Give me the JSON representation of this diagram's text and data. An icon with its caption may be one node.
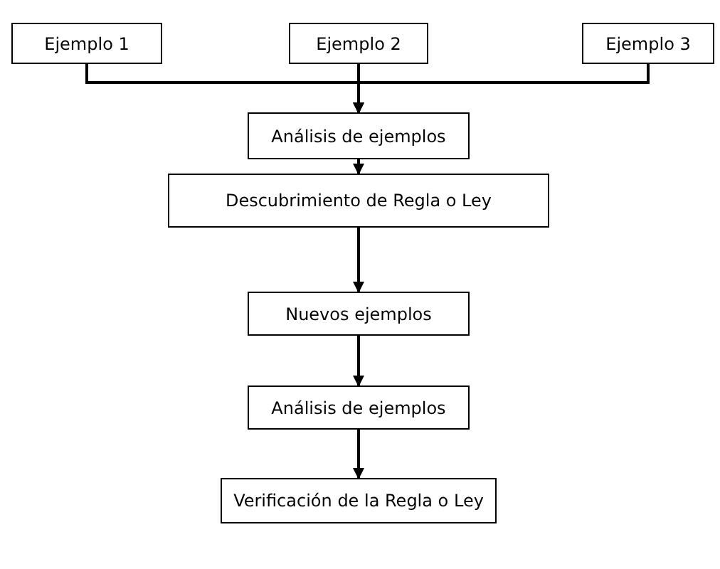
{
  "diagram": {
    "nodes": [
      {
        "text": [
          "Ejemplo 1"
        ]
      },
      {
        "text": [
          "Ejemplo 2"
        ]
      },
      {
        "text": [
          "Ejemplo 3"
        ]
      },
      {
        "text": [
          "Análisis de ejemplos"
        ]
      },
      {
        "text": [
          "Descubrimiento de Regla o Ley"
        ]
      },
      {
        "text": [
          "Nuevos ejemplos"
        ]
      },
      {
        "text": [
          "Análisis de ejemplos"
        ]
      },
      {
        "text": [
          "Verificación de la Regla o Ley"
        ]
      }
    ],
    "edges": [
      {
        "from": 0,
        "to": 3,
        "arrow": "to"
      },
      {
        "from": 1,
        "to": 3,
        "arrow": "to"
      },
      {
        "from": 2,
        "to": 3,
        "arrow": "to"
      },
      {
        "from": 3,
        "to": 4,
        "arrow": "to"
      },
      {
        "from": 4,
        "to": 5,
        "arrow": "to"
      },
      {
        "from": 5,
        "to": 6,
        "arrow": "to"
      },
      {
        "from": 6,
        "to": 7,
        "arrow": "to"
      }
    ]
  }
}
